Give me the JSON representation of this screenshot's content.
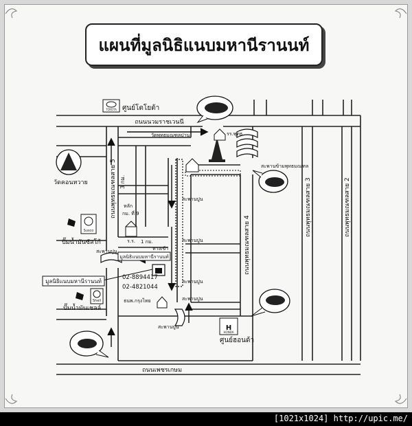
{
  "title": "แผนที่มูลนิธิแนบมหานีรานนท์",
  "watermark": "[1021x1024] http://upic.me/",
  "roads": {
    "top": "ถนนนวมราชเวนนี",
    "bottom": "ถนนเพชรเกษม",
    "vertical_left": "ถนนพุทธมณฑลสาย 5",
    "vertical_mid": "ถนนพุทธมณฑลสาย 4",
    "vertical_3": "ถนนพุทธมณฑลสาย 3",
    "vertical_2": "ถนนพุทธมณฑลสาย 2"
  },
  "labels": {
    "toyota_center": "ศูนย์โตโยต้า",
    "toyota_logo": "TOYOTA",
    "wat": "วัดคอนหวาย",
    "susco_station": "ปั๊มน้ำมันซัสโก้",
    "susco_logo": "Susco",
    "shell_station": "ปั๊มน้ำมันเชลล์",
    "shell_logo": "Shell",
    "honda_center": "ศูนย์ฮอนด้า",
    "honda_logo": "HONDA",
    "school": "ร.ร.",
    "temple_small": "วัดพุทธมณฑลปาน",
    "school_right": "รร.พุทธ",
    "bridge_top_right": "สะพานข้ามพุทธมณฑล",
    "foundation_box": "มูลนิธิแนบมหานีรานนท์",
    "foundation_callout": "มูลนิธิแนบมหานีรานนท์",
    "phone_1": "02-8894417",
    "phone_2": "02-4821044",
    "bus_stop": "ธนพ.กรุงไทย",
    "bridge_1": "สะพานปูน",
    "bridge_2": "สะพานปูน",
    "bridge_3": "สะพานปูน",
    "bridge_4": "สะพานปูน",
    "bridge_5": "สะพานปูน",
    "bridge_6": "สะพานปูน",
    "road_3km": "3 กม.",
    "road_1km": "1 กม.",
    "milestone": "หลัก",
    "milestone_km": "กม. ที่ 9",
    "lift": "ทางเข้า"
  },
  "colors": {
    "ink": "#111111",
    "paper": "#f7f7f5",
    "frame": "#d8d8d8"
  },
  "icons": [
    "toyota-logo-icon",
    "car-icon",
    "temple-icon",
    "susco-logo-icon",
    "shell-logo-icon",
    "honda-logo-icon",
    "school-icon",
    "house-icon",
    "pagoda-icon",
    "tree-icon"
  ]
}
